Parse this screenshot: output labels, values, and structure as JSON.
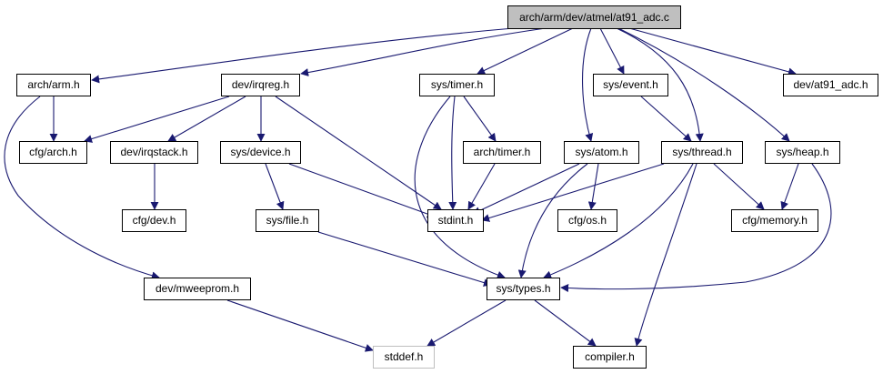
{
  "colors": {
    "edge": "#191970",
    "root_fill": "#bfbfbf",
    "external_border": "#bfbfbf"
  },
  "nodes": {
    "root": "arch/arm/dev/atmel/at91_adc.c",
    "arch_arm": "arch/arm.h",
    "dev_irqreg": "dev/irqreg.h",
    "sys_timer": "sys/timer.h",
    "sys_event": "sys/event.h",
    "dev_at91_adc": "dev/at91_adc.h",
    "cfg_arch": "cfg/arch.h",
    "dev_irqstack": "dev/irqstack.h",
    "sys_device": "sys/device.h",
    "arch_timer": "arch/timer.h",
    "sys_atom": "sys/atom.h",
    "sys_thread": "sys/thread.h",
    "sys_heap": "sys/heap.h",
    "cfg_dev": "cfg/dev.h",
    "sys_file": "sys/file.h",
    "stdint": "stdint.h",
    "cfg_os": "cfg/os.h",
    "cfg_memory": "cfg/memory.h",
    "dev_mweeprom": "dev/mweeprom.h",
    "sys_types": "sys/types.h",
    "stddef": "stddef.h",
    "compiler": "compiler.h"
  },
  "edges": [
    [
      "root",
      "arch_arm"
    ],
    [
      "root",
      "dev_irqreg"
    ],
    [
      "root",
      "sys_timer"
    ],
    [
      "root",
      "sys_atom"
    ],
    [
      "root",
      "sys_event"
    ],
    [
      "root",
      "sys_thread"
    ],
    [
      "root",
      "sys_heap"
    ],
    [
      "root",
      "dev_at91_adc"
    ],
    [
      "arch_arm",
      "cfg_arch"
    ],
    [
      "arch_arm",
      "dev_mweeprom"
    ],
    [
      "dev_irqreg",
      "cfg_arch"
    ],
    [
      "dev_irqreg",
      "dev_irqstack"
    ],
    [
      "dev_irqreg",
      "sys_device"
    ],
    [
      "dev_irqreg",
      "stdint"
    ],
    [
      "sys_timer",
      "arch_timer"
    ],
    [
      "sys_timer",
      "stdint"
    ],
    [
      "sys_timer",
      "sys_types"
    ],
    [
      "sys_event",
      "sys_thread"
    ],
    [
      "dev_irqstack",
      "cfg_dev"
    ],
    [
      "sys_device",
      "sys_file"
    ],
    [
      "sys_device",
      "stdint"
    ],
    [
      "arch_timer",
      "stdint"
    ],
    [
      "sys_atom",
      "stdint"
    ],
    [
      "sys_atom",
      "cfg_os"
    ],
    [
      "sys_atom",
      "sys_types"
    ],
    [
      "sys_thread",
      "stdint"
    ],
    [
      "sys_thread",
      "cfg_memory"
    ],
    [
      "sys_thread",
      "sys_types"
    ],
    [
      "sys_thread",
      "compiler"
    ],
    [
      "sys_heap",
      "cfg_memory"
    ],
    [
      "sys_heap",
      "sys_types"
    ],
    [
      "sys_file",
      "sys_types"
    ],
    [
      "dev_mweeprom",
      "stddef"
    ],
    [
      "sys_types",
      "stddef"
    ],
    [
      "sys_types",
      "compiler"
    ]
  ]
}
